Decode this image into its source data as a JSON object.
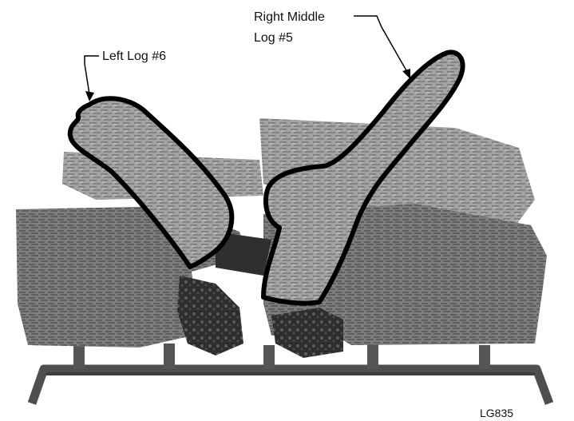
{
  "callouts": {
    "left_log": "Left Log #6",
    "right_middle_line1": "Right Middle",
    "right_middle_line2": "Log #5"
  },
  "figure_code": "LG835",
  "colors": {
    "outline": "#000000",
    "log_light": "#a9a9a9",
    "log_mid": "#8a8a8a",
    "log_dark": "#555555",
    "ember": "#2a2a2a",
    "grate": "#5a5a5a"
  }
}
